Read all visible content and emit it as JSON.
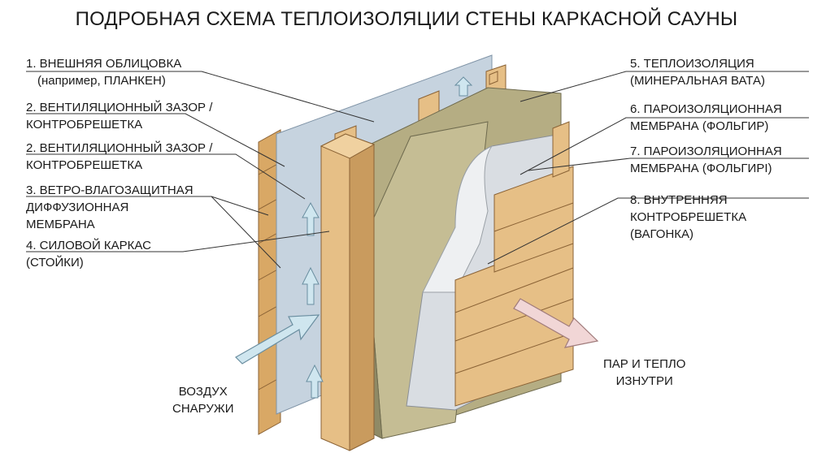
{
  "title": "ПОДРОБНАЯ СХЕМА ТЕПЛОИЗОЛЯЦИИ СТЕНЫ КАРКАСНОЙ САУНЫ",
  "left_labels": [
    {
      "line1": "1. ВНЕШНЯЯ ОБЛИЦОВКА",
      "line2": "(например, ПЛАНКЕН)"
    },
    {
      "line1": "2. ВЕНТИЛЯЦИОННЫЙ ЗАЗОР /",
      "line2": "КОНТРОБРЕШЕТКА"
    },
    {
      "line1": "2. ВЕНТИЛЯЦИОННЫЙ ЗАЗОР /",
      "line2": "КОНТРОБРЕШЕТКА"
    },
    {
      "line1": "3. ВЕТРО-ВЛАГОЗАЩИТНАЯ",
      "line2": "ДИФФУЗИОННАЯ",
      "line3": "МЕМБРАНА"
    },
    {
      "line1": "4. СИЛОВОЙ КАРКАС",
      "line2": "(СТОЙКИ)"
    }
  ],
  "right_labels": [
    {
      "line1": "5. ТЕПЛОИЗОЛЯЦИЯ",
      "line2": "(МИНЕРАЛЬНАЯ ВАТА)"
    },
    {
      "line1": "6. ПАРОИЗОЛЯЦИОННАЯ",
      "line2": "МЕМБРАНА (ФОЛЬГИР)"
    },
    {
      "line1": "7. ПАРОИЗОЛЯЦИОННАЯ",
      "line2": "МЕМБРАНА (ФОЛЬГИРI)"
    },
    {
      "line1": "8. ВНУТРЕННЯЯ",
      "line2": "КОНТРОБРЕШЕТКА",
      "line3": "(ВАГОНКА)"
    }
  ],
  "notes": {
    "air_line1": "ВОЗДУХ",
    "air_line2": "СНАРУЖИ",
    "steam_line1": "ПАР И ТЕПЛО",
    "steam_line2": "ИЗНУТРИ"
  },
  "colors": {
    "wood": "#e6bf86",
    "wood_dark": "#b98a52",
    "wool": "#b5ad83",
    "wool_dark": "#8f8a66",
    "membrane": "#c6d3df",
    "foil": "#d9dde2",
    "arrow_air": "#cfe6ef",
    "arrow_heat": "#f1d6d6",
    "leader": "#333333"
  }
}
